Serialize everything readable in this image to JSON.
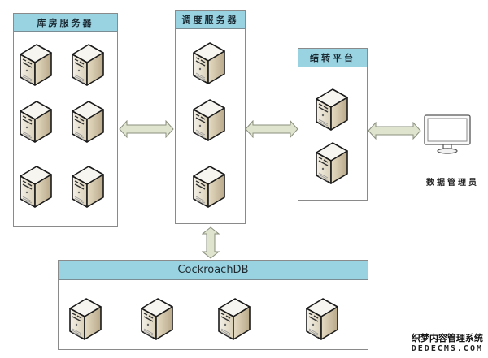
{
  "diagram": {
    "groups": {
      "warehouse": {
        "title": "库房服务器",
        "server_count": 6
      },
      "scheduler": {
        "title": "调度服务器",
        "server_count": 3
      },
      "transfer": {
        "title": "结转平台",
        "server_count": 2
      },
      "database": {
        "title": "CockroachDB",
        "server_count": 4
      }
    },
    "client": {
      "label": "数据管理员",
      "icon": "monitor-icon"
    },
    "connections": [
      {
        "from": "warehouse",
        "to": "scheduler",
        "type": "bidirectional"
      },
      {
        "from": "scheduler",
        "to": "transfer",
        "type": "bidirectional"
      },
      {
        "from": "transfer",
        "to": "client",
        "type": "bidirectional"
      },
      {
        "from": "scheduler",
        "to": "database",
        "type": "bidirectional"
      }
    ],
    "colors": {
      "header": "#99d3e1",
      "arrow_fill": "#dfe4cf",
      "server_body": "#e8e0cc"
    }
  },
  "watermark": {
    "line1": "织梦内容管理系统",
    "line2": "DEDECMS.COM"
  }
}
